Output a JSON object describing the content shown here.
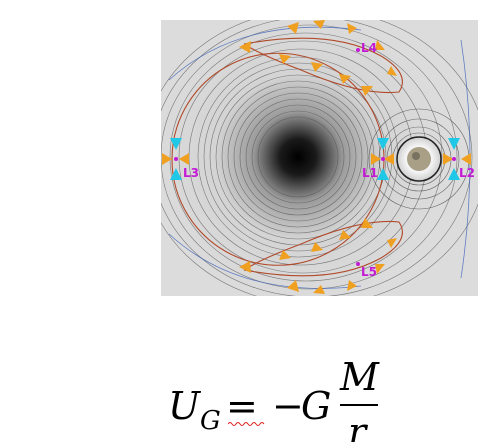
{
  "figure": {
    "labels": {
      "l1": "L1",
      "l2": "L2",
      "l3": "L3",
      "l4": "L4",
      "l5": "L5"
    },
    "colors": {
      "background": "#d7d7d7",
      "contour": "#555555",
      "orbit": "#b04a2a",
      "arrow_orange": "#f0a020",
      "arrow_cyan": "#20c8e8",
      "label": "#c31ad6"
    }
  },
  "equation": {
    "lhs": "U",
    "lhs_sub": "G",
    "equals": "=",
    "minus": "−",
    "constant": "G",
    "numerator": "M",
    "denominator": "r"
  }
}
